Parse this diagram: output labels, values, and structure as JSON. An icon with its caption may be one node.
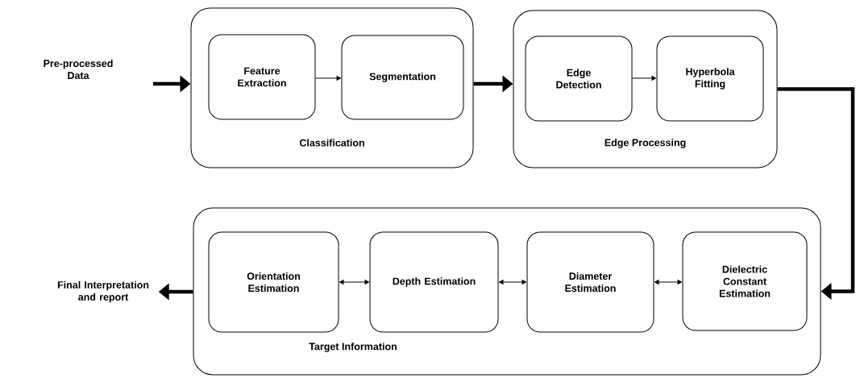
{
  "diagram": {
    "nodes": [
      {
        "text": [
          "Pre-processed Data"
        ]
      },
      {
        "text": [
          "Classification"
        ]
      },
      {
        "text": [
          "Feature Extraction"
        ],
        "in": 1
      },
      {
        "text": [
          "Segmentation"
        ],
        "in": 1
      },
      {
        "text": [
          "Edge Processing"
        ]
      },
      {
        "text": [
          "Edge Detection"
        ],
        "in": 4
      },
      {
        "text": [
          "Hyperbola Fitting"
        ],
        "in": 4
      },
      {
        "text": [
          "Target Information"
        ]
      },
      {
        "text": [
          "Orientation Estimation"
        ],
        "in": 7
      },
      {
        "text": [
          "Depth Estimation"
        ],
        "in": 7
      },
      {
        "text": [
          "Diameter Estimation"
        ],
        "in": 7
      },
      {
        "text": [
          "Dielectric Constant Estimation"
        ],
        "in": 7
      },
      {
        "text": [
          "Final Interpretation and report"
        ]
      }
    ],
    "edges": [
      {
        "from": 0,
        "to": 1,
        "arrow": "to",
        "style": "thick"
      },
      {
        "from": 2,
        "to": 3,
        "arrow": "to"
      },
      {
        "from": 1,
        "to": 4,
        "arrow": "to",
        "style": "thick"
      },
      {
        "from": 5,
        "to": 6,
        "arrow": "to"
      },
      {
        "from": 4,
        "to": 7,
        "arrow": "to",
        "style": "thick"
      },
      {
        "from": 8,
        "to": 9,
        "arrow": "both"
      },
      {
        "from": 9,
        "to": 10,
        "arrow": "both"
      },
      {
        "from": 10,
        "to": 11,
        "arrow": "both"
      },
      {
        "from": 7,
        "to": 12,
        "arrow": "to",
        "style": "thick"
      }
    ]
  }
}
